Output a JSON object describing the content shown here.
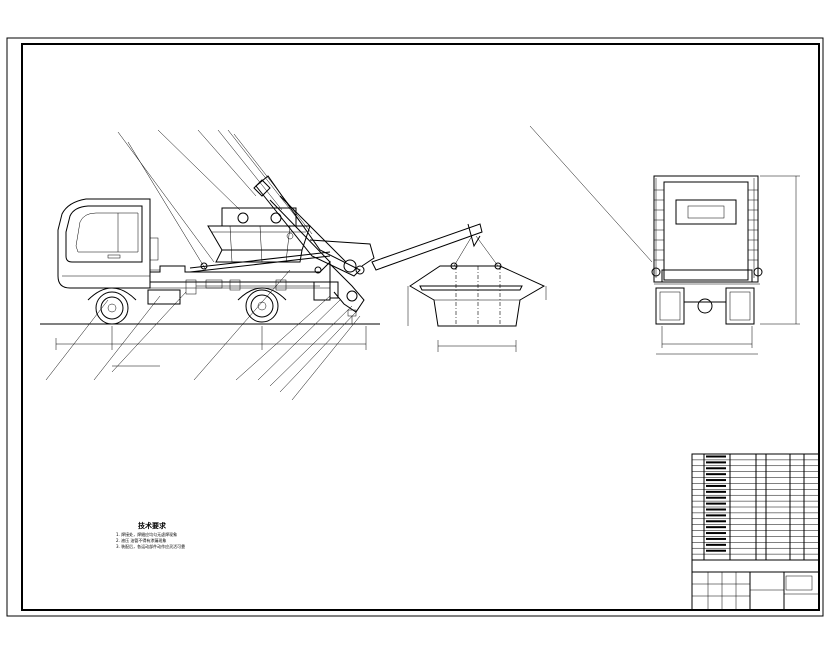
{
  "drawing": {
    "subject": "skip-loader truck assembly drawing",
    "views": [
      "side-elevation",
      "skip-container-view",
      "rear-view"
    ]
  },
  "technical_notes": {
    "title": "技术要求",
    "items": [
      "1. 焊接处，焊缝应均匀无虚焊现象",
      "2. 液压 油管不得有渗漏现象",
      "3. 装配后，各运动部件动作应灵活可靠"
    ]
  },
  "title_block": {
    "parts_list_rows": 18
  }
}
